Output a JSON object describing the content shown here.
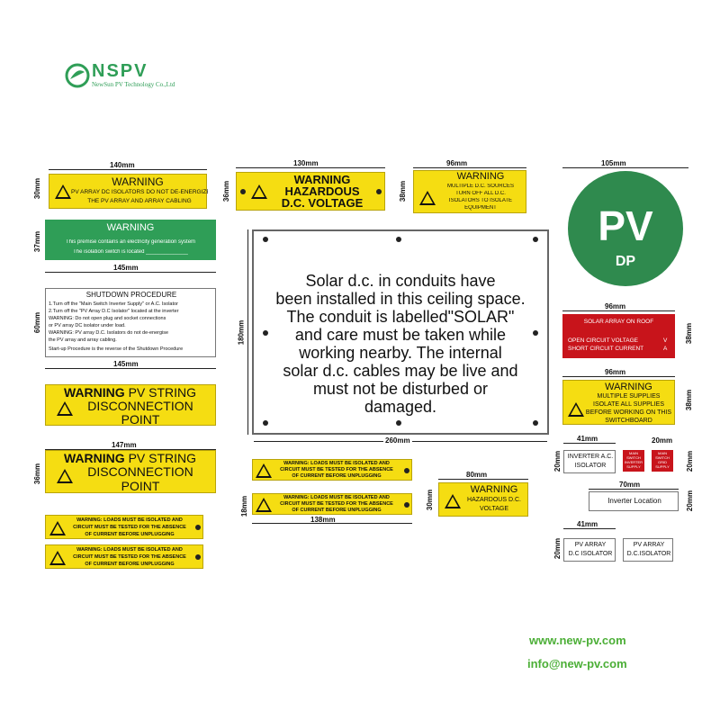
{
  "logo": {
    "brand": "NSPV",
    "company": "NewSun PV Technology Co.,Ltd",
    "color": "#2f9e57"
  },
  "dims": {
    "d140": "140mm",
    "d30": "30mm",
    "d130": "130mm",
    "d36a": "36mm",
    "d96a": "96mm",
    "d38a": "38mm",
    "d105": "105mm",
    "d37": "37mm",
    "d145a": "145mm",
    "d60": "60mm",
    "d145b": "145mm",
    "d180": "180mm",
    "d96b": "96mm",
    "d38b": "38mm",
    "d96c": "96mm",
    "d38c": "38mm",
    "d260": "260mm",
    "d41a": "41mm",
    "d20a": "20mm",
    "d20b": "20mm",
    "d20c": "20mm",
    "d147": "147mm",
    "d36b": "36mm",
    "d80": "80mm",
    "d30b": "30mm",
    "d70": "70mm",
    "d20d": "20mm",
    "d18": "18mm",
    "d138": "138mm",
    "d41b": "41mm",
    "d20e": "20mm"
  },
  "sign1": {
    "title": "WARNING",
    "line1": "PV ARRAY DC ISOLATORS DO NOT DE-ENERGIZE",
    "line2": "THE PV ARRAY AND ARRAY CABLING"
  },
  "sign2": {
    "l1": "WARNING",
    "l2": "HAZARDOUS",
    "l3": "D.C. VOLTAGE"
  },
  "sign3": {
    "title": "WARNING",
    "l1": "MULTIPLE D.C. SOURCES",
    "l2": "TURN OFF ALL D.C.",
    "l3": "ISOLATORS TO ISOLATE",
    "l4": "EQUIPMENT"
  },
  "sign4": {
    "pv": "PV",
    "dp": "DP"
  },
  "sign5": {
    "title": "WARNING",
    "l1": "This premise contains an electricity generation system",
    "l2": "The isolation switch is located ______________"
  },
  "sign6": {
    "title": "SHUTDOWN PROCEDURE",
    "l1": "1.Turn off the \"Main Switch Inverter Supply\" or A.C. Isolator",
    "l2": "2.Turn off the \"PV Array D.C Isolator\" located at the inverter",
    "l3": "WARNING: Do not open plug and socket connections",
    "l4": "or PV array DC isolator under load.",
    "l5": "WARNING: PV array D.C. Isolators do not de-energise",
    "l6": "the PV array and array cabling.",
    "l7": "Start-up Procedure is the reverse of the Shutdown Procedure"
  },
  "sign7": {
    "l1": "Solar d.c. in conduits have",
    "l2": "been installed in this ceiling space.",
    "l3": "The conduit is labelled\"SOLAR\"",
    "l4": "and care must be taken while",
    "l5": "working nearby. The internal",
    "l6": "solar d.c. cables may be live and",
    "l7": "must not be disturbed or",
    "l8": "damaged."
  },
  "sign8": {
    "title": "SOLAR ARRAY ON ROOF",
    "l1": "OPEN CIRCUIT VOLTAGE",
    "u1": "V",
    "l2": "SHORT CIRCUIT CURRENT",
    "u2": "A"
  },
  "sign9": {
    "title": "WARNING",
    "l1": "MULTIPLE SUPPLIES",
    "l2": "ISOLATE ALL SUPPLIES",
    "l3": "BEFORE WORKING ON THIS",
    "l4": "SWITCHBOARD"
  },
  "sign10": {
    "l1a": "WARNING",
    "l1b": "PV STRING",
    "l2": "DISCONNECTION",
    "l3": "POINT"
  },
  "sign11": {
    "l1a": "WARNING",
    "l1b": "PV STRING",
    "l2": "DISCONNECTION",
    "l3": "POINT"
  },
  "loads": {
    "l1": "WARNING: LOADS MUST BE ISOLATED AND",
    "l2": "CIRCUIT MUST BE TESTED FOR THE ABSENCE",
    "l3": "OF CURRENT BEFORE UNPLUGGING"
  },
  "sign12": {
    "l1": "WARNING",
    "l2": "HAZARDOUS D.C.",
    "l3": "VOLTAGE"
  },
  "small": {
    "inv1": "INVERTER A.C.",
    "inv2": "ISOLATOR",
    "ms1": "MAIN",
    "ms2": "SWITCH",
    "ms3": "INVERTER",
    "ms4": "SUPPLY",
    "mg1": "MAIN",
    "mg2": "SWITCH",
    "mg3": "GRID",
    "mg4": "SUPPLY",
    "loc": "Inverter Location",
    "pva1": "PV ARRAY",
    "pva2": "D.C ISOLATOR",
    "pvb1": "PV ARRAY",
    "pvb2": "D.C.ISOLATOR"
  },
  "contact": {
    "web": "www.new-pv.com",
    "email": "info@new-pv.com",
    "color": "#4caf37"
  }
}
